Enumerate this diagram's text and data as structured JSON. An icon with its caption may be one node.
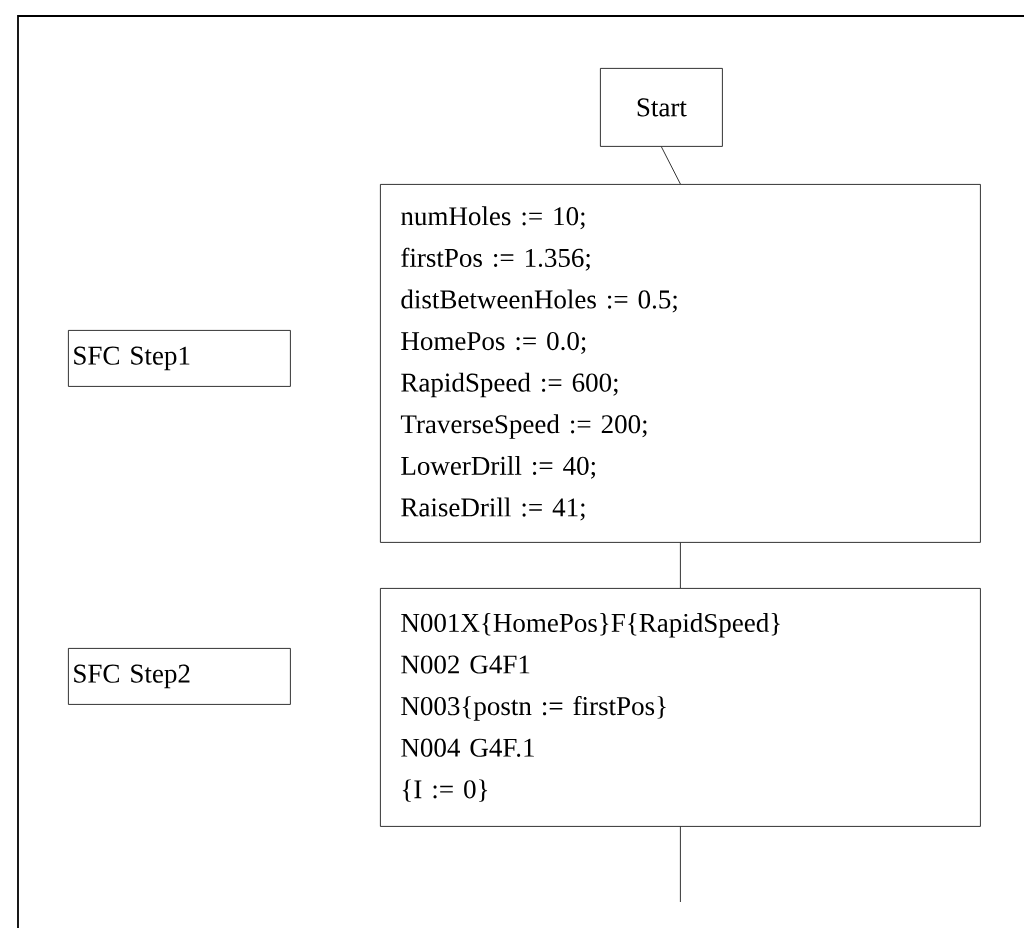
{
  "diagram": {
    "nodes": [
      {
        "text": [
          "Start"
        ]
      },
      {
        "text": [
          "SFC Step1"
        ]
      },
      {
        "text": [
          "numHoles := 10;",
          "firstPos := 1.356;",
          "distBetweenHoles := 0.5;",
          "HomePos := 0.0;",
          "RapidSpeed := 600;",
          "TraverseSpeed := 200;",
          "LowerDrill := 40;",
          "RaiseDrill := 41;"
        ]
      },
      {
        "text": [
          "SFC Step2"
        ]
      },
      {
        "text": [
          "N001X{HomePos}F{RapidSpeed}",
          "N002 G4F1",
          "N003{postn := firstPos}",
          "N004 G4F.1",
          "{I := 0}"
        ]
      }
    ],
    "edges": [
      {
        "from": 0,
        "to": 2,
        "arrow": "none"
      },
      {
        "from": 2,
        "to": 4,
        "arrow": "none"
      },
      {
        "from": 4,
        "to": null,
        "arrow": "none"
      }
    ]
  }
}
